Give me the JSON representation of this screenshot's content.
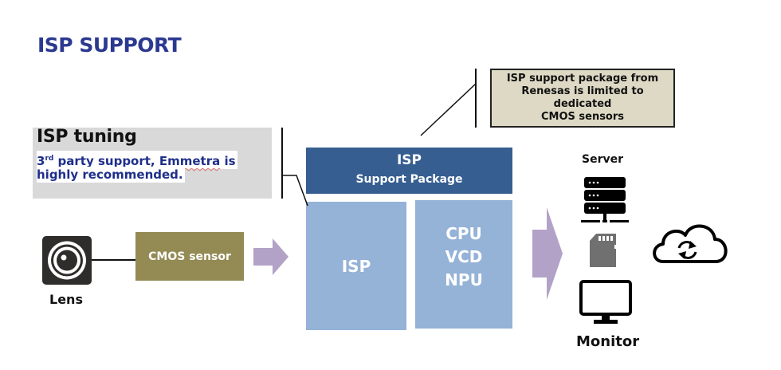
{
  "title": "ISP SUPPORT",
  "tuning": {
    "heading": "ISP tuning",
    "line1_prefix": "3",
    "line1_sup": "rd",
    "line1_text": " party support, ",
    "line1_brand": "Emmetra",
    "line1_suffix": " is",
    "line2": "highly recommended."
  },
  "note": {
    "lines": [
      "ISP support package from",
      "Renesas is limited to dedicated",
      "CMOS sensors"
    ]
  },
  "support_package": {
    "line1": "ISP",
    "line2": "Support Package"
  },
  "blocks": {
    "isp": "ISP",
    "cpu_lines": [
      "CPU",
      "VCD",
      "NPU"
    ]
  },
  "cmos_sensor": "CMOS sensor",
  "lens_label": "Lens",
  "server_label": "Server",
  "monitor_label": "Monitor",
  "icons": {
    "lens": "camera-lens-icon",
    "server": "server-icon",
    "sd_card": "sd-card-icon",
    "monitor": "monitor-icon",
    "cloud": "cloud-sync-icon",
    "arrow": "arrow-right-icon"
  },
  "colors": {
    "title": "#2b3990",
    "package_bar": "#365e91",
    "blocks": "#95b2d7",
    "cmos": "#948a54",
    "note_bg": "#ddd9c4",
    "tuning_bg": "#d9d9d9",
    "arrow": "#b3a2c7"
  }
}
